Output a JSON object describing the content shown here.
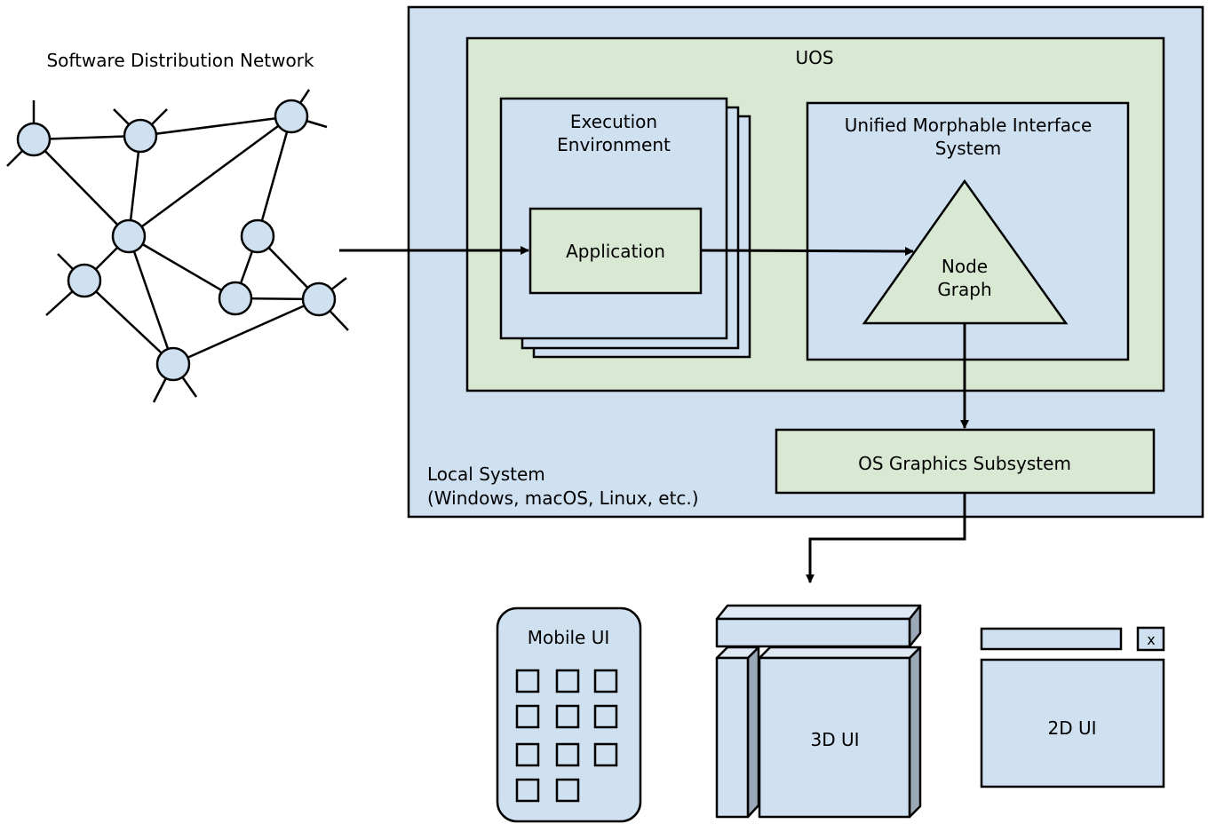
{
  "network": {
    "title": "Software Distribution Network"
  },
  "local_system": {
    "label_line1": "Local System",
    "label_line2": "(Windows, macOS, Linux, etc.)"
  },
  "uos": {
    "title": "UOS"
  },
  "execution_environment": {
    "title_line1": "Execution",
    "title_line2": "Environment",
    "application": "Application"
  },
  "umis": {
    "title_line1": "Unified Morphable Interface",
    "title_line2": "System",
    "node_graph_line1": "Node",
    "node_graph_line2": "Graph"
  },
  "graphics": {
    "label": "OS Graphics Subsystem"
  },
  "outputs": {
    "mobile": "Mobile UI",
    "three_d": "3D UI",
    "two_d": "2D UI",
    "close_glyph": "x"
  },
  "colors": {
    "blue_fill": "#cfe0f1",
    "green_fill": "#d9e8d3",
    "stroke": "#000000"
  }
}
